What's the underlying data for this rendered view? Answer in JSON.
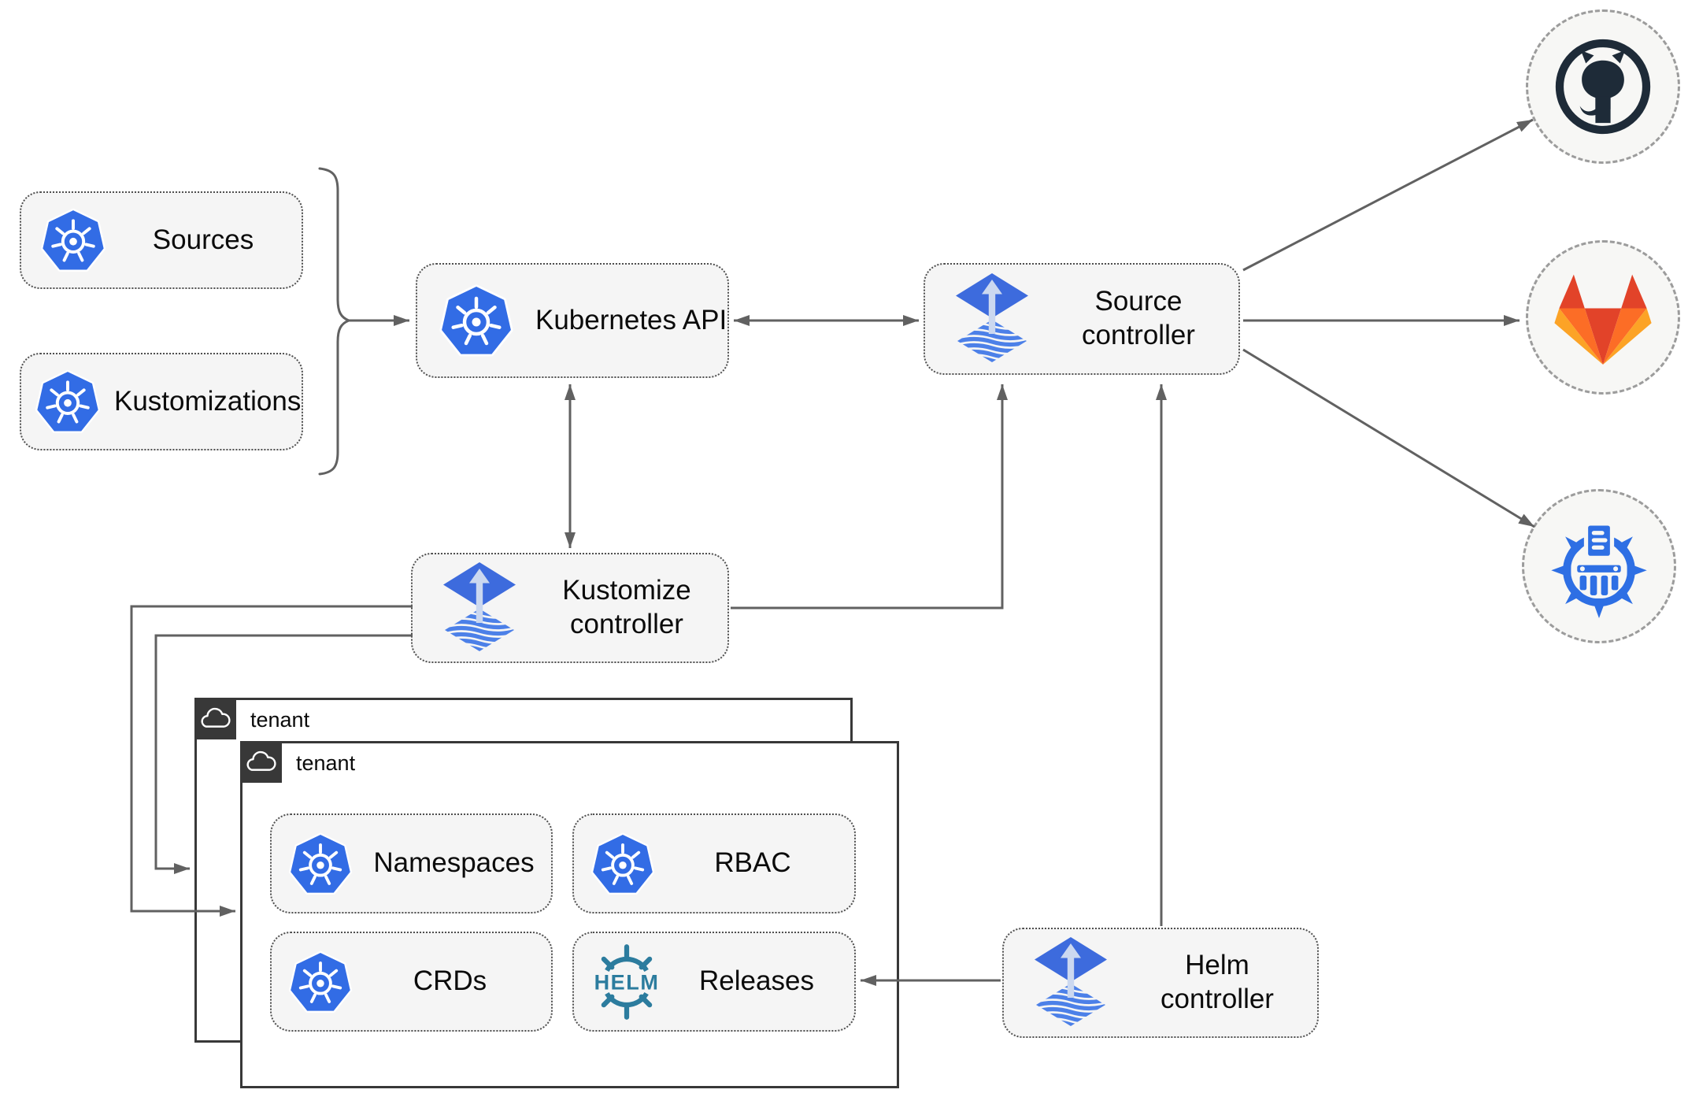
{
  "nodes": {
    "sources": "Sources",
    "kustomizations": "Kustomizations",
    "kubernetes_api": "Kubernetes API",
    "source_controller": "Source controller",
    "kustomize_controller": "Kustomize controller",
    "helm_controller": "Helm controller",
    "namespaces": "Namespaces",
    "rbac": "RBAC",
    "crds": "CRDs",
    "releases": "Releases"
  },
  "tenants": {
    "back": "tenant",
    "front": "tenant"
  },
  "logos": {
    "helm_text": "HELM"
  },
  "icons": [
    "kubernetes-icon",
    "flux-icon",
    "helm-icon",
    "cloud-icon",
    "github-icon",
    "gitlab-icon",
    "harbor-registry-icon"
  ],
  "colors": {
    "kubernetes_blue": "#326CE5",
    "flux_diamond_blue": "#3D6BDD",
    "flux_stripe_blue": "#4C80E8",
    "flux_arrow_pale": "#CBD8F0",
    "helm_teal": "#2C7C9E",
    "github_dark": "#1E2B38",
    "gitlab_red_orange": "#E24329",
    "gitlab_orange": "#FC6D26",
    "gitlab_amber": "#FCA326",
    "harbor_blue": "#2E6FE4",
    "arrow_gray": "#616161",
    "node_fill": "#F5F5F5",
    "tenant_dark": "#383838"
  },
  "edges": [
    {
      "from": "sources / kustomizations",
      "to": "kubernetes_api",
      "style": "arrow"
    },
    {
      "from": "kubernetes_api",
      "to": "source_controller",
      "style": "bidirectional"
    },
    {
      "from": "kubernetes_api",
      "to": "kustomize_controller",
      "style": "bidirectional"
    },
    {
      "from": "kustomize_controller",
      "to": "source_controller",
      "style": "arrow"
    },
    {
      "from": "kustomize_controller",
      "to": "tenant_front",
      "style": "arrow"
    },
    {
      "from": "kustomize_controller",
      "to": "tenant_back",
      "style": "arrow"
    },
    {
      "from": "helm_controller",
      "to": "source_controller",
      "style": "arrow"
    },
    {
      "from": "helm_controller",
      "to": "releases",
      "style": "arrow"
    },
    {
      "from": "source_controller",
      "to": "github",
      "style": "arrow"
    },
    {
      "from": "source_controller",
      "to": "gitlab",
      "style": "arrow"
    },
    {
      "from": "source_controller",
      "to": "harbor-registry",
      "style": "arrow"
    }
  ]
}
